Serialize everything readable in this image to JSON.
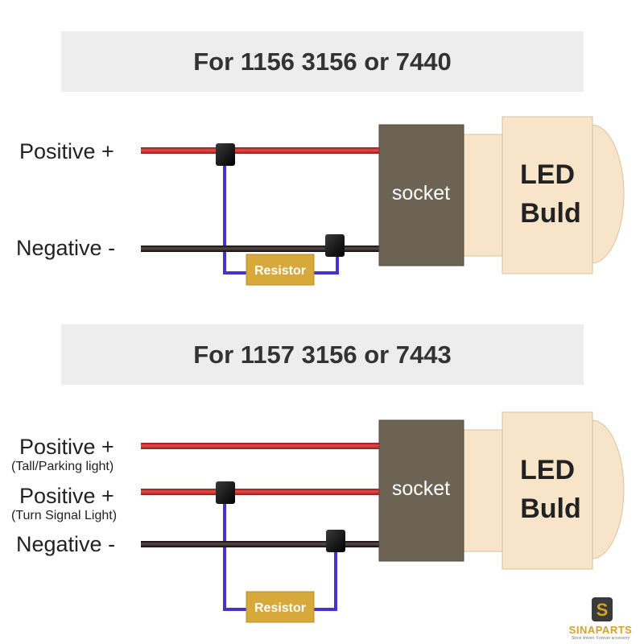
{
  "diagram_top": {
    "title": "For 1156 3156 or 7440",
    "wires": {
      "positive_label": "Positive +",
      "negative_label": "Negative -"
    },
    "socket_label": "socket",
    "bulb_label_line1": "LED",
    "bulb_label_line2": "Buld",
    "resistor_label": "Resistor"
  },
  "diagram_bottom": {
    "title": "For 1157 3156 or 7443",
    "wires": {
      "positive1_label": "Positive +",
      "positive1_sub": "(Tall/Parking light)",
      "positive2_label": "Positive +",
      "positive2_sub": "(Turn Signal Light)",
      "negative_label": "Negative -"
    },
    "socket_label": "socket",
    "bulb_label_line1": "LED",
    "bulb_label_line2": "Buld",
    "resistor_label": "Resistor"
  },
  "logo": {
    "icon": "s-shield-logo-icon",
    "name": "SINAPARTS",
    "tagline": "Since shiven. Forever accessory"
  },
  "colors": {
    "positive_wire": "#e23b3b",
    "negative_wire": "#2a2222",
    "bypass_wire": "#4a31c9",
    "socket": "#6d6354",
    "bulb": "#f8e4c8",
    "resistor": "#d6a93a",
    "banner": "#ededed",
    "brand": "#d3a12c"
  }
}
